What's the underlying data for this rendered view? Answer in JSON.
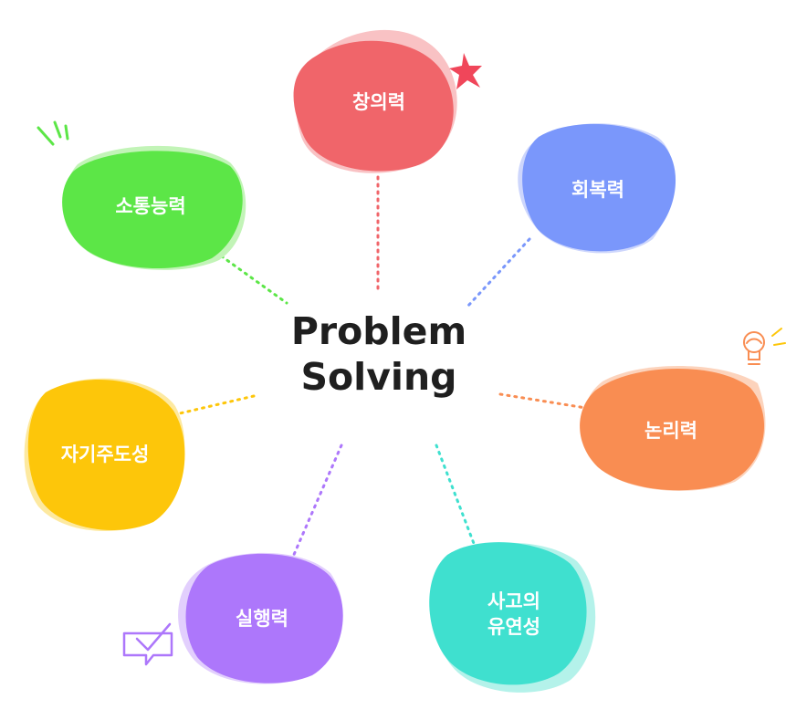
{
  "center": {
    "line1": "Problem",
    "line2": "Solving"
  },
  "nodes": [
    {
      "id": "creativity",
      "label": "창의력",
      "color": "#f0656a",
      "shadow": "#f9c2c4"
    },
    {
      "id": "resilience",
      "label": "회복력",
      "color": "#7a97fb",
      "shadow": "#cdd6fc"
    },
    {
      "id": "logic",
      "label": "논리력",
      "color": "#f98d52",
      "shadow": "#fcd3bc"
    },
    {
      "id": "flexibility",
      "label_line1": "사고의",
      "label_line2": "유연성",
      "color": "#3fe0cf",
      "shadow": "#b4f2ea"
    },
    {
      "id": "execution",
      "label": "실행력",
      "color": "#ad77fb",
      "shadow": "#e2cffd"
    },
    {
      "id": "self-direction",
      "label": "자기주도성",
      "color": "#fdc60a",
      "shadow": "#fde9a0"
    },
    {
      "id": "communication",
      "label": "소통능력",
      "color": "#5ce647",
      "shadow": "#c2f4b7"
    }
  ],
  "decorations": {
    "star_color": "#f0465a",
    "bulb_color": "#f98d52",
    "sparkle_green": "#5ce647",
    "chat_color": "#ad77fb"
  }
}
